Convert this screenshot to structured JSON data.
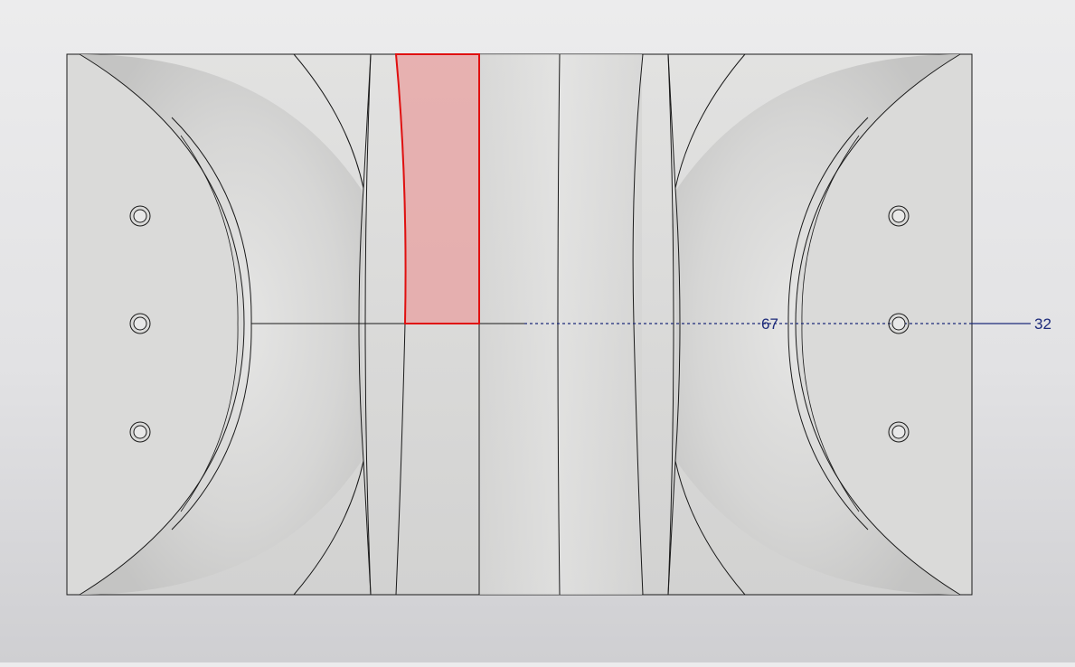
{
  "viewport": {
    "background_top": "#ececed",
    "background_bottom": "#cfcfd2"
  },
  "part": {
    "face_color": "#dcdcdc",
    "edge_color": "#1a1a1a",
    "hole_count": 6
  },
  "selection": {
    "highlight_color": "#e8a0a0",
    "outline_color": "#e01010"
  },
  "dimensions": {
    "first_value": "67",
    "second_value": "32",
    "color": "#1c2a7a"
  }
}
